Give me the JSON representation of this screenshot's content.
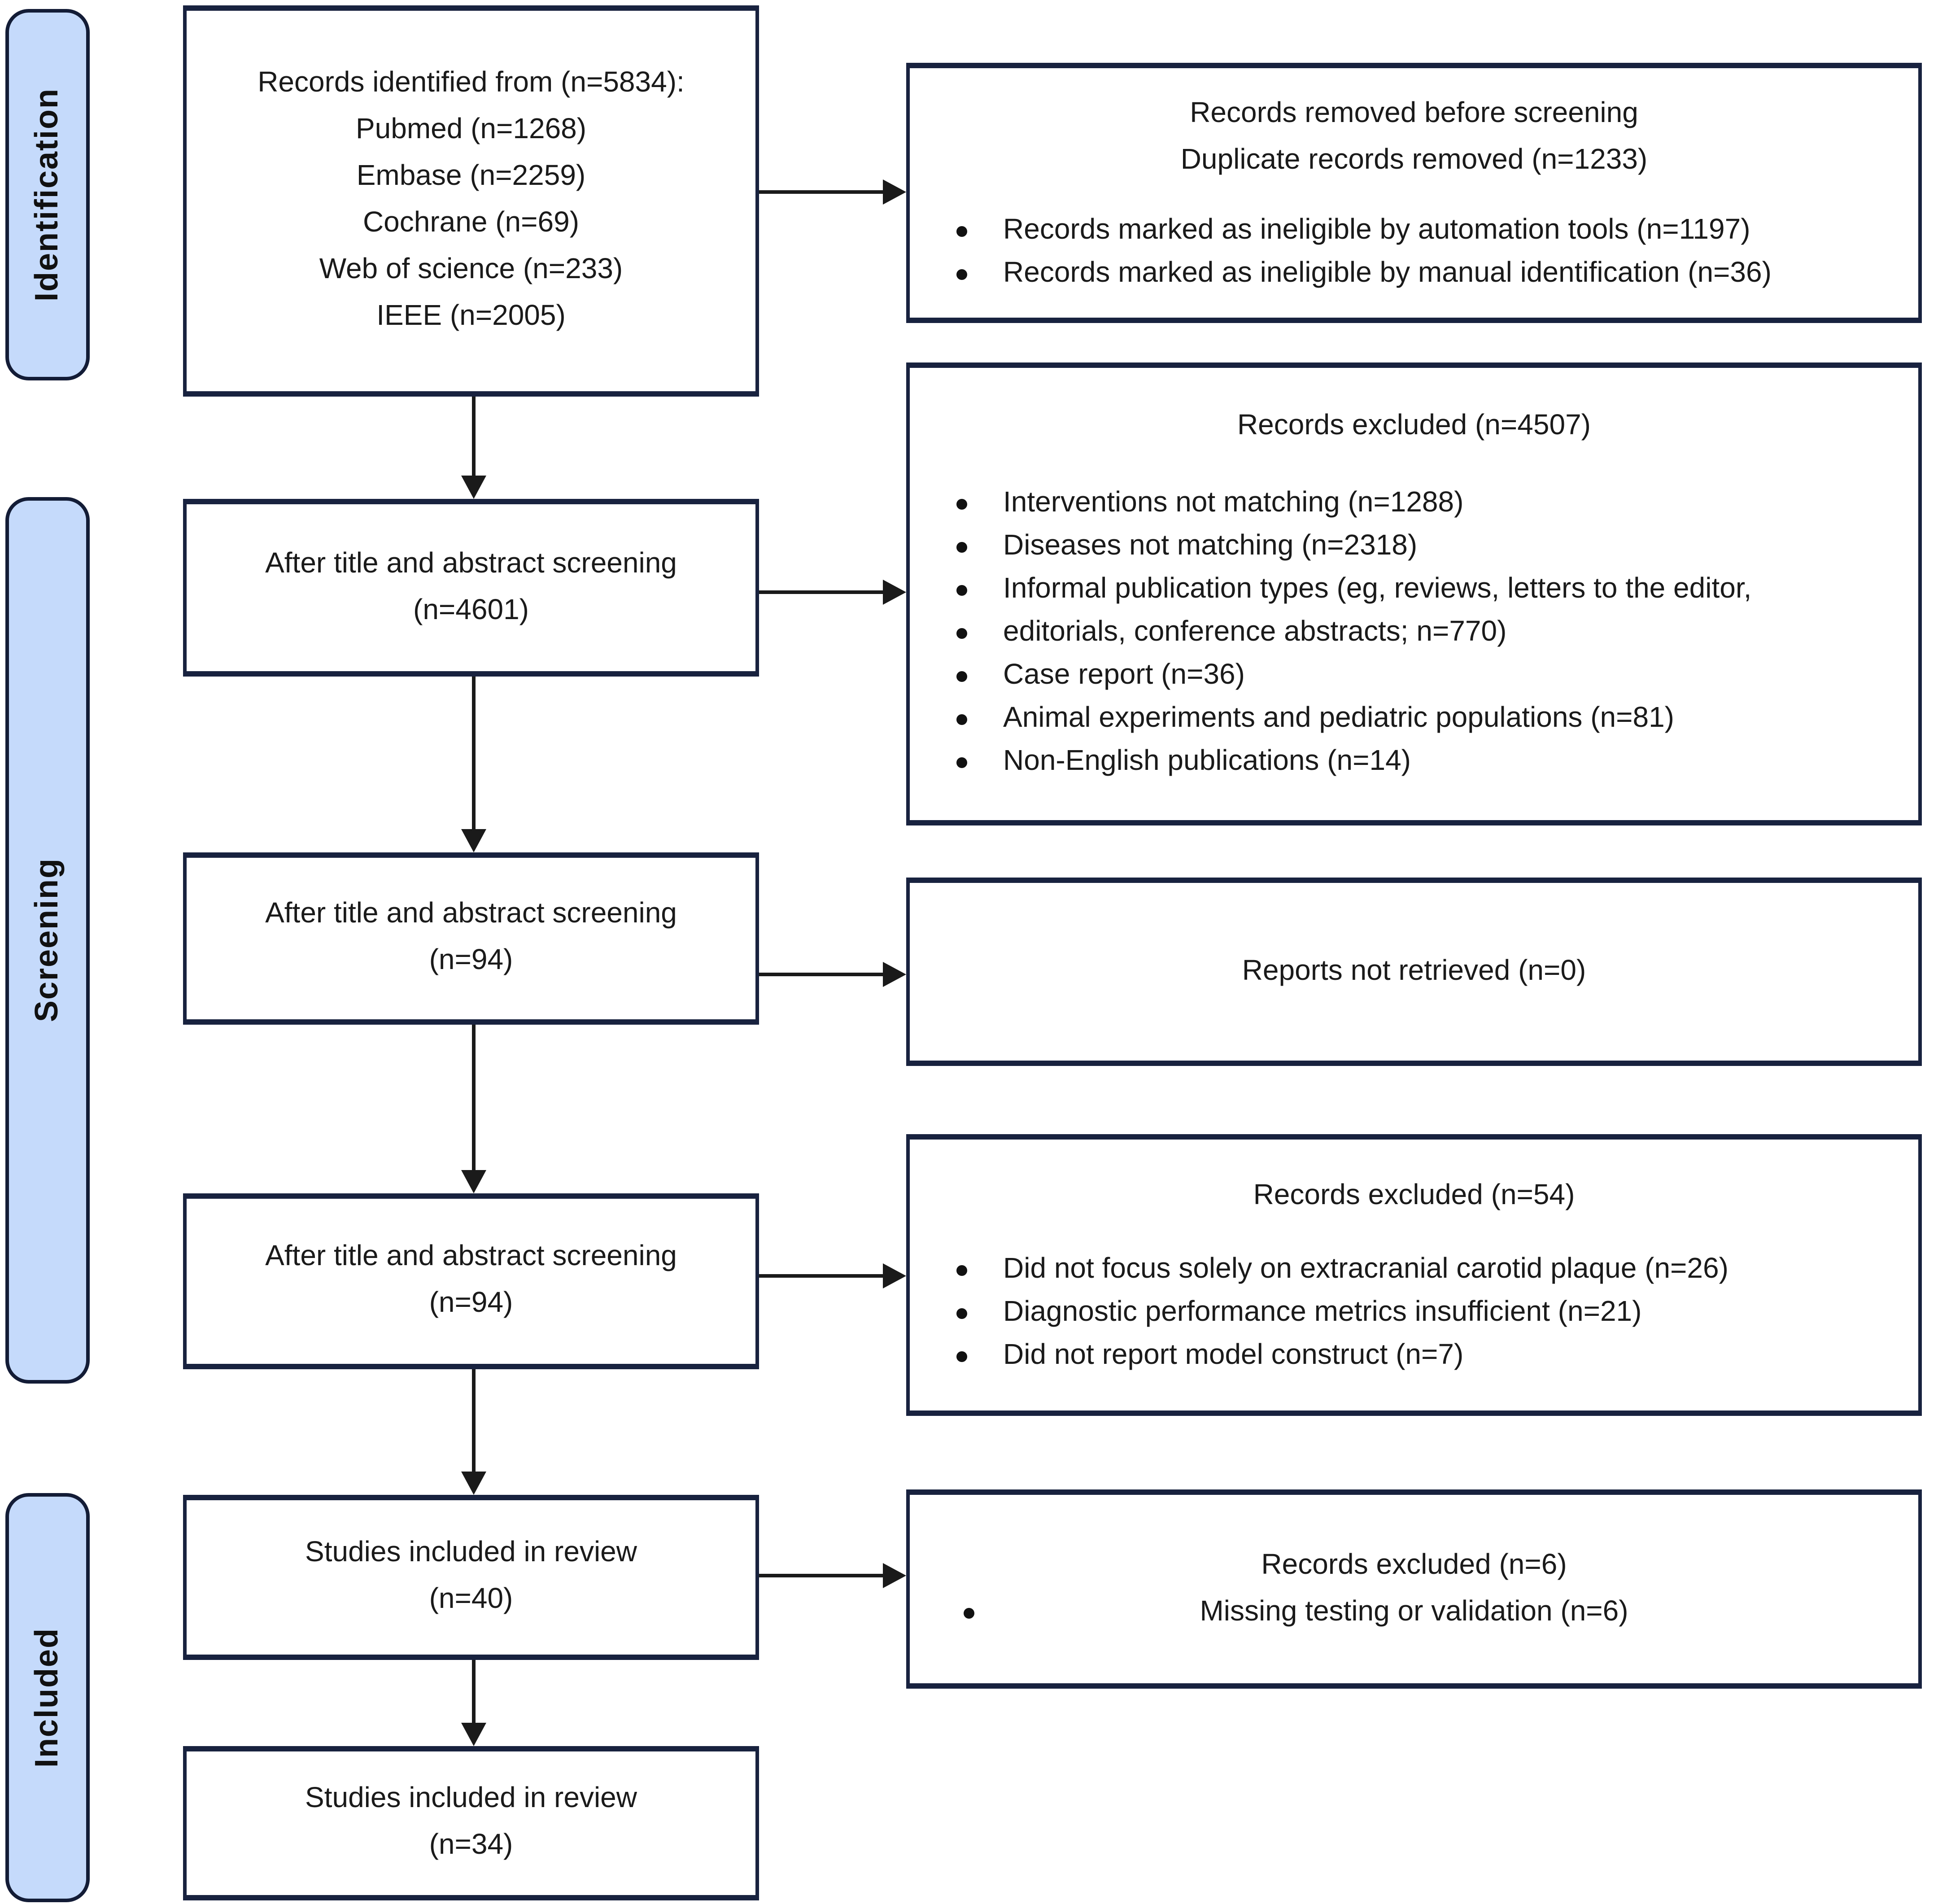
{
  "figure": {
    "type": "prisma-flow-diagram",
    "colors": {
      "background": "#ffffff",
      "pill_fill": "#c5dafb",
      "pill_border": "#131c36",
      "box_border": "#18223f",
      "arrow": "#1a1a1a",
      "text": "#1a1a1a"
    }
  },
  "stages": [
    {
      "id": "identification",
      "label": "Identification"
    },
    {
      "id": "screening",
      "label": "Screening"
    },
    {
      "id": "included",
      "label": "Included"
    }
  ],
  "left_boxes": [
    {
      "id": "records-identified",
      "lines": [
        "Records identified from (n=5834):",
        "Pubmed (n=1268)",
        "Embase (n=2259)",
        "Cochrane (n=69)",
        "Web of science (n=233)",
        "IEEE (n=2005)"
      ]
    },
    {
      "id": "after-title-abstract-4601",
      "lines": [
        "After title and abstract screening",
        "(n=4601)"
      ]
    },
    {
      "id": "after-title-abstract-94-a",
      "lines": [
        "After title and abstract screening",
        "(n=94)"
      ]
    },
    {
      "id": "after-title-abstract-94-b",
      "lines": [
        "After title and abstract screening",
        "(n=94)"
      ]
    },
    {
      "id": "studies-included-40",
      "lines": [
        "Studies included in review",
        "(n=40)"
      ]
    },
    {
      "id": "studies-included-34",
      "lines": [
        "Studies included in review",
        "(n=34)"
      ]
    }
  ],
  "right_boxes": [
    {
      "id": "records-removed-before-screening",
      "title_lines": [
        "Records removed before screening",
        "Duplicate records removed (n=1233)"
      ],
      "bullets": [
        "Records marked as ineligible by automation tools (n=1197)",
        "Records marked as ineligible by manual identification (n=36)"
      ]
    },
    {
      "id": "records-excluded-4507",
      "title_lines": [
        "Records excluded (n=4507)"
      ],
      "bullets": [
        "Interventions not matching (n=1288)",
        "Diseases not matching (n=2318)",
        "Informal publication types (eg, reviews, letters to the editor,",
        "editorials, conference abstracts; n=770)",
        "Case report (n=36)",
        "Animal experiments and pediatric populations (n=81)",
        "Non-English publications (n=14)"
      ]
    },
    {
      "id": "reports-not-retrieved",
      "title_lines": [
        "Reports not retrieved (n=0)"
      ],
      "bullets": []
    },
    {
      "id": "records-excluded-54",
      "title_lines": [
        "Records excluded (n=54)"
      ],
      "bullets": [
        "Did not focus solely on extracranial carotid plaque (n=26)",
        "Diagnostic performance metrics insufficient (n=21)",
        "Did not report model construct (n=7)"
      ]
    },
    {
      "id": "records-excluded-6",
      "title_lines": [
        "Records excluded (n=6)"
      ],
      "bullets": [
        "Missing testing or validation (n=6)"
      ]
    }
  ]
}
